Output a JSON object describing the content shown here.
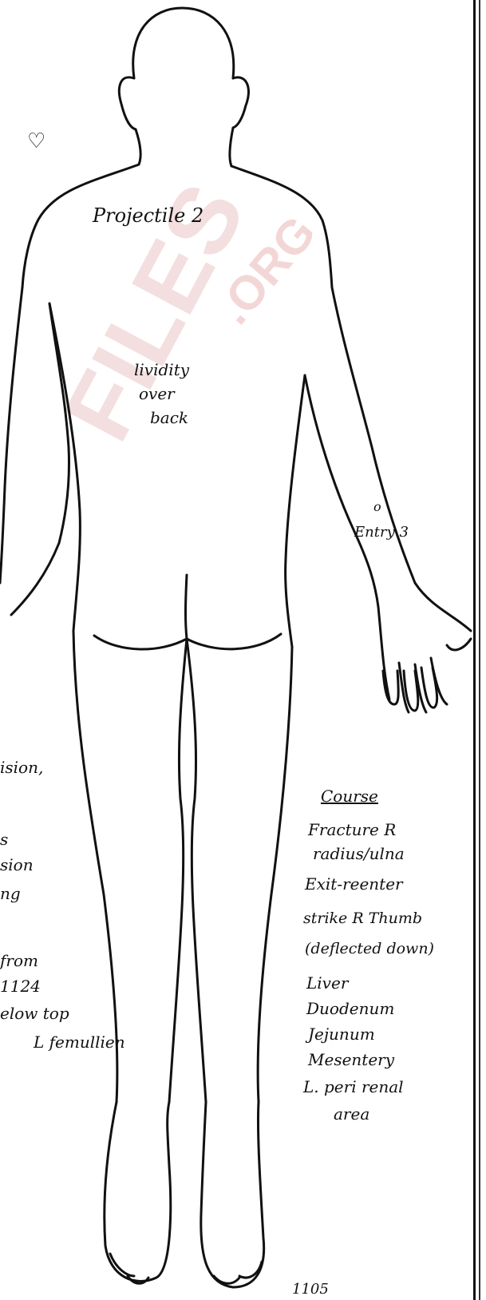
{
  "watermark": {
    "text": "FILES",
    "suffix": ".ORG",
    "color": "#e9b3b3",
    "accent": "#c9c9c9"
  },
  "annotations": {
    "projectile_label": "Projectile 2",
    "lividity": [
      "lividity",
      "over",
      "back"
    ],
    "entry_marker": "o",
    "entry_label": "Entry 3",
    "course_title": "Course",
    "course_lines": [
      "Fracture  R",
      "radius/ulna",
      "Exit-reenter",
      "strike R Thumb",
      "(deflected down)",
      "Liver",
      "Duodenum",
      "Jejunum",
      "Mesentery",
      "L. peri renal",
      "area"
    ],
    "left_fragments": [
      "ision,",
      "s",
      "sion",
      "ng",
      "from",
      "1124",
      "elow top",
      "L femullien"
    ],
    "page_number": "1105"
  }
}
